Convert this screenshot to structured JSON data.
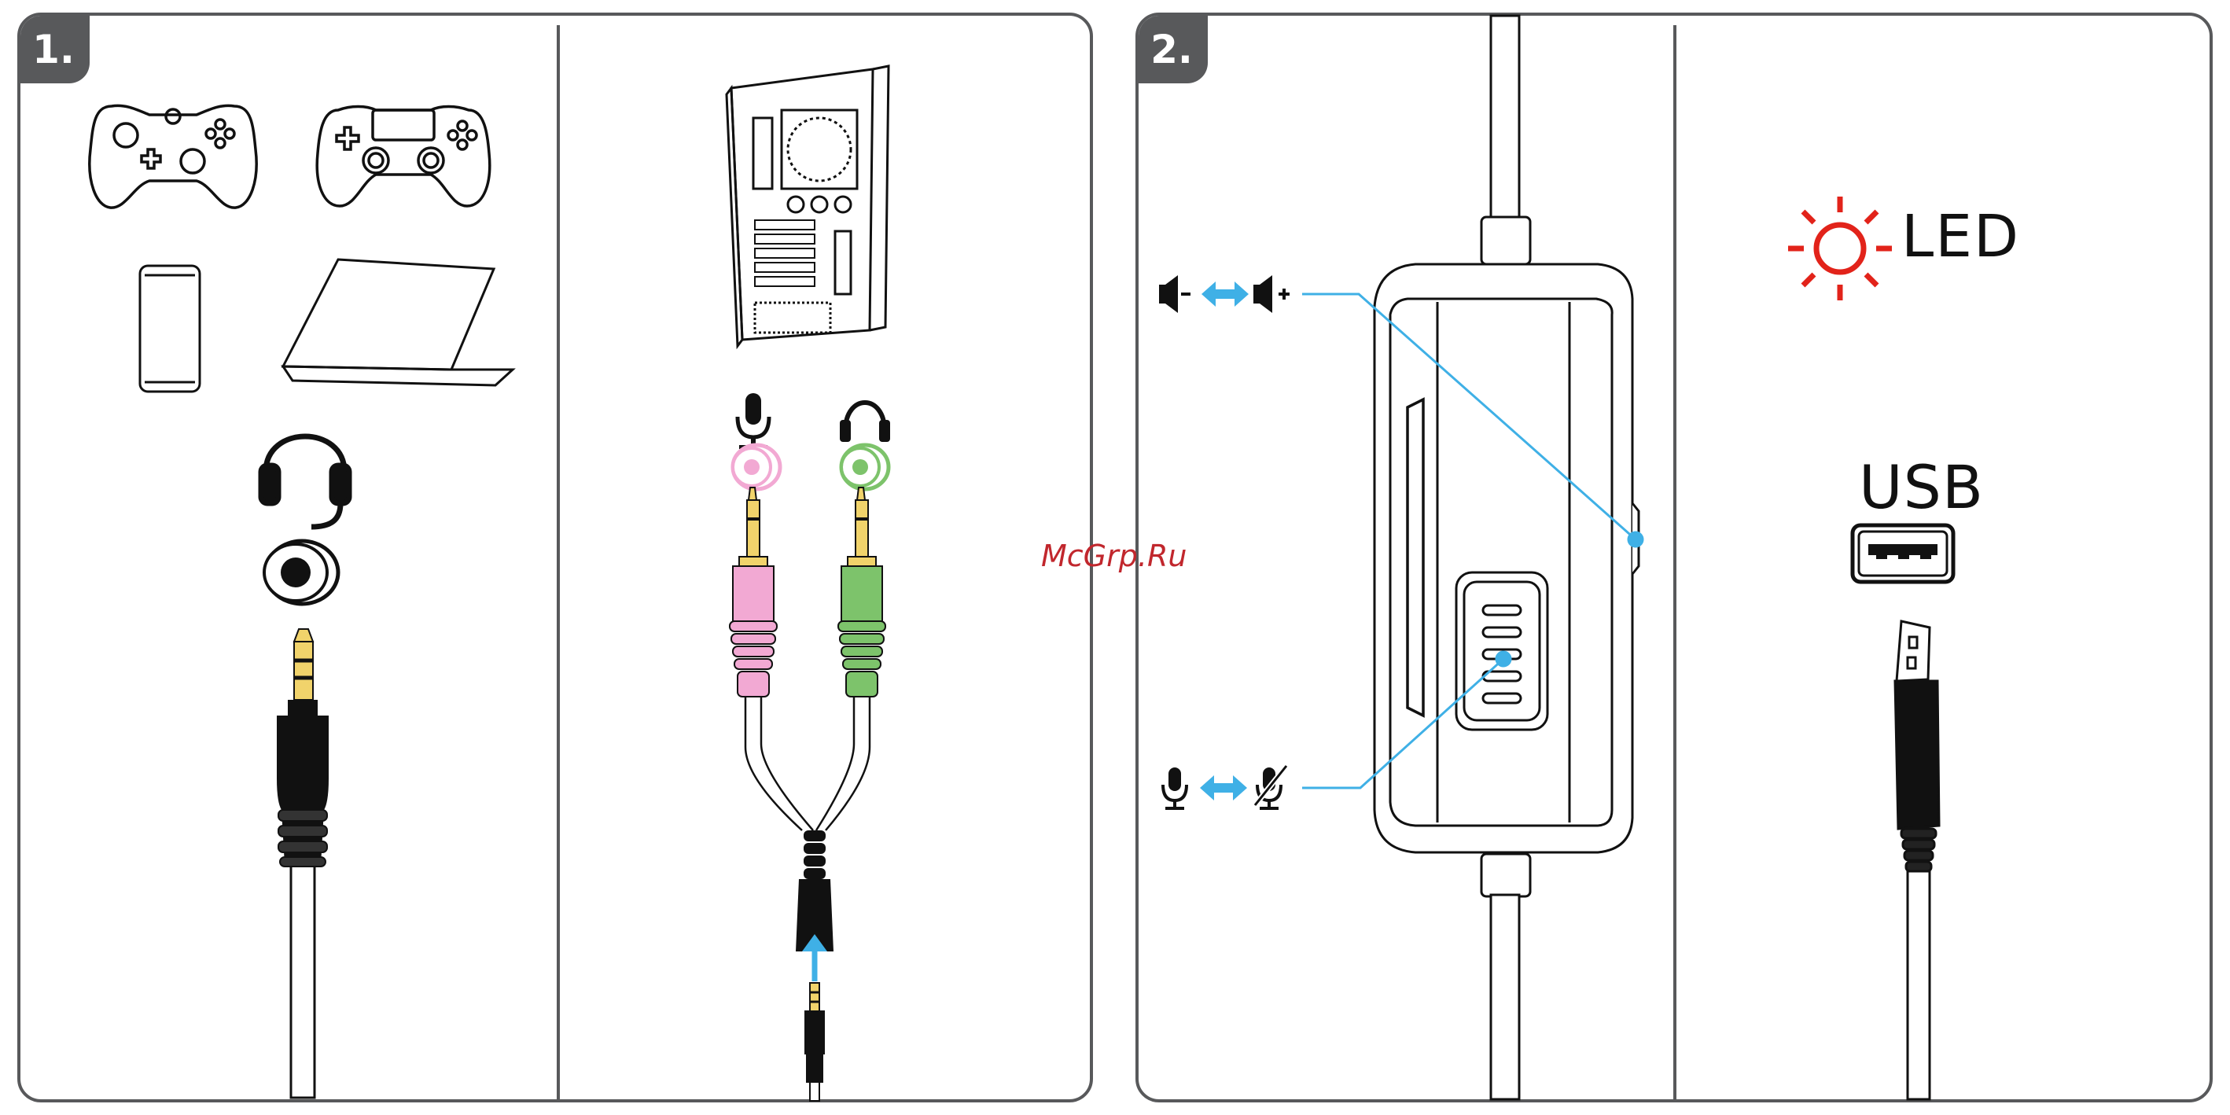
{
  "panels": [
    {
      "step": "1."
    },
    {
      "step": "2."
    }
  ],
  "labels": {
    "led": "LED",
    "usb": "USB"
  },
  "watermark": "McGrp.Ru",
  "icons": {
    "volume": [
      "speaker-minus-icon",
      "double-arrow-icon",
      "speaker-plus-icon"
    ],
    "mic": [
      "microphone-icon",
      "double-arrow-icon",
      "microphone-muted-icon"
    ],
    "jacks": [
      "microphone-icon",
      "headphones-icon"
    ]
  },
  "colors": {
    "frame": "#58595b",
    "accent_blue": "#3fb0e6",
    "led_red": "#e2231a",
    "mic_pink": "#f2a9d3",
    "headphone_green": "#7dc36b",
    "gold": "#f1d36b",
    "black_plug": "#1a1a1a"
  }
}
